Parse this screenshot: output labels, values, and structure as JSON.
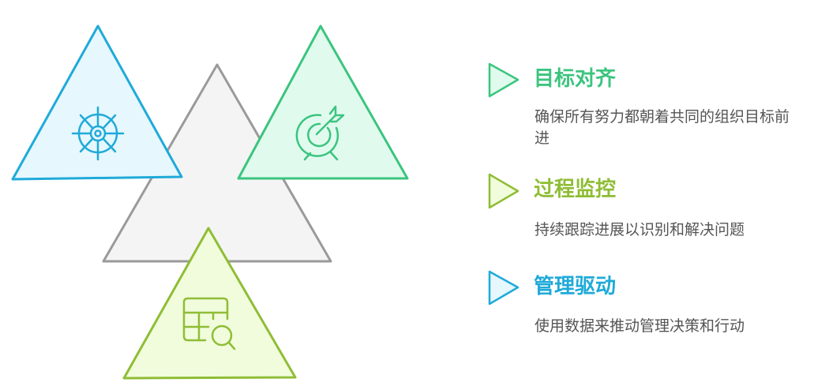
{
  "colors": {
    "green": "#3cc47f",
    "lime": "#8fbd35",
    "blue": "#1faad9",
    "gray": "#9a9a9a"
  },
  "items": [
    {
      "title": "目标对齐",
      "description": "确保所有努力都朝着共同的组织目标前进",
      "icon": "target-icon"
    },
    {
      "title": "过程监控",
      "description": "持续跟踪进展以识别和解决问题",
      "icon": "table-search-icon"
    },
    {
      "title": "管理驱动",
      "description": "使用数据来推动管理决策和行动",
      "icon": "ship-wheel-icon"
    }
  ]
}
